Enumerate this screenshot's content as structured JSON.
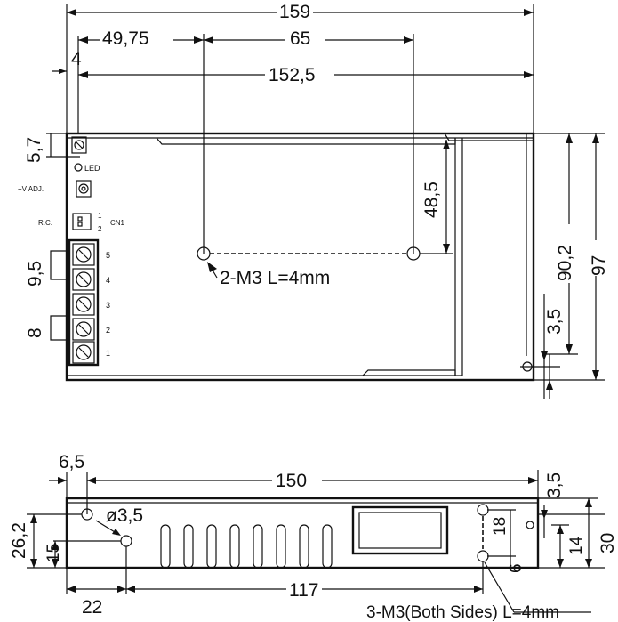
{
  "top_view": {
    "dim_overall_length": "159",
    "dim_hole_offset": "49,75",
    "dim_hole_spacing": "65",
    "dim_inner_length": "152,5",
    "dim_edge_offset": "4",
    "dim_top_offset": "5,7",
    "dim_hole_vertical": "48,5",
    "dim_inner_height": "90,2",
    "dim_overall_height": "97",
    "dim_bottom_hole": "3,5",
    "dim_terminal_pitch_top": "9,5",
    "dim_terminal_pitch": "8",
    "mount_hole_label": "2-M3 L=4mm",
    "led_label": "LED",
    "vadj_label": "+V ADJ.",
    "rc_label": "R.C.",
    "cn_label": "CN1",
    "cn_pin1": "1",
    "cn_pin2": "2",
    "terminal_numbers": [
      "5",
      "4",
      "3",
      "2",
      "1"
    ]
  },
  "side_view": {
    "dim_left_offset": "6,5",
    "dim_length": "150",
    "dim_top_offset": "3,5",
    "dim_hole_diameter": "ø3,5",
    "dim_height_left": "26,2",
    "dim_hole_height_left": "15",
    "dim_hole_spacing_v": "18",
    "dim_lower_hole": "6",
    "dim_inner_height": "14",
    "dim_height": "30",
    "dim_bottom_offset": "22",
    "dim_hole_distance": "117",
    "side_hole_label": "3-M3(Both Sides) L=4mm"
  }
}
